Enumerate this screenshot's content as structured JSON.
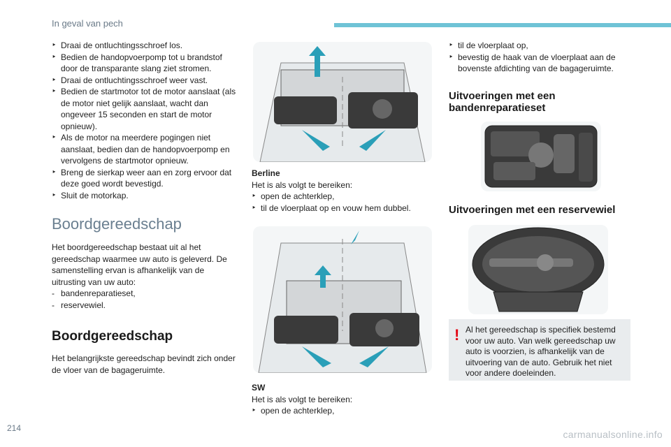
{
  "header": {
    "title": "In geval van pech",
    "accent": "#6fc3d6"
  },
  "col1": {
    "steps": [
      "Draai de ontluchtingsschroef los.",
      "Bedien de handopvoerpomp tot u brandstof door de transparante slang ziet stromen.",
      "Draai de ontluchtingsschroef weer vast.",
      "Bedien de startmotor tot de motor aanslaat (als de motor niet gelijk aanslaat, wacht dan ongeveer 15 seconden en start de motor opnieuw).",
      "Als de motor na meerdere pogingen niet aanslaat, bedien dan de handopvoerpomp en vervolgens de startmotor opnieuw.",
      "Breng de sierkap weer aan en zorg ervoor dat deze goed wordt bevestigd.",
      "Sluit de motorkap."
    ],
    "section1_title": "Boordgereedschap",
    "section1_text": "Het boordgereedschap bestaat uit al het gereedschap waarmee uw auto is geleverd. De samenstelling ervan is afhankelijk van de uitrusting van uw auto:",
    "section1_items": [
      "bandenreparatieset,",
      "reservewiel."
    ],
    "section2_title": "Boordgereedschap",
    "section2_text": "Het belangrijkste gereedschap bevindt zich onder de vloer van de bagageruimte."
  },
  "col2": {
    "berline_label": "Berline",
    "berline_intro": "Het is als volgt te bereiken:",
    "berline_steps": [
      "open de achterklep,",
      "til de vloerplaat op en vouw hem dubbel."
    ],
    "sw_label": "SW",
    "sw_intro": "Het is als volgt te bereiken:",
    "sw_steps": [
      "open de achterklep,"
    ]
  },
  "col3": {
    "steps": [
      "til de vloerplaat op,",
      "bevestig de haak van de vloerplaat aan de bovenste afdichting van de bagageruimte."
    ],
    "heading_repair": "Uitvoeringen met een bandenreparatieset",
    "heading_spare": "Uitvoeringen met een reservewiel",
    "note_mark": "!",
    "note_text": "Al het gereedschap is specifiek bestemd voor uw auto. Van welk gereedschap uw auto is voorzien, is afhankelijk van de uitvoering van de auto. Gebruik het niet voor andere doeleinden.",
    "note_mark_color": "#e30613"
  },
  "footer": {
    "page_number": "214",
    "watermark": "carmanualsonline.info"
  }
}
